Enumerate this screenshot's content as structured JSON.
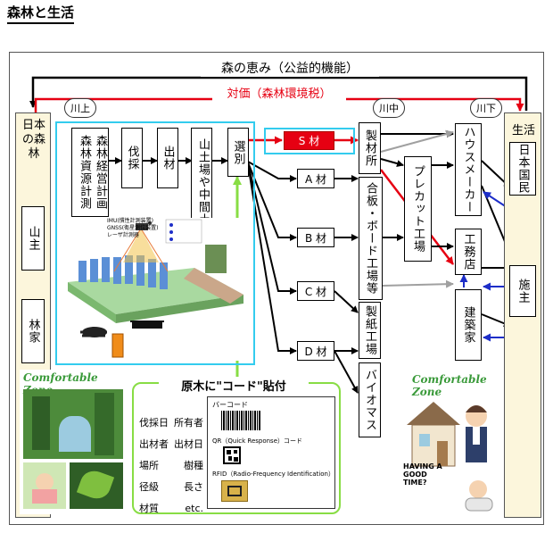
{
  "title": "森林と生活",
  "benefits_label": "森の恵み（公益的機能）",
  "price_label": "対価（森林環境税）",
  "stages": {
    "upstream": "川上",
    "midstream": "川中",
    "downstream": "川下"
  },
  "left_panel": {
    "title": "日本の森林",
    "owner_a": "山主",
    "owner_b": "林家"
  },
  "right_panel": {
    "title": "生活",
    "citizens": "日本国民",
    "client": "施主"
  },
  "process": {
    "planning": "森林経営計画森林資源計測",
    "logging": "伐採",
    "shipping": "出材",
    "landing": "山土場や中間土場",
    "sorting": "選別"
  },
  "grades": [
    "S 材",
    "A 材",
    "B 材",
    "C 材",
    "D 材"
  ],
  "industries": {
    "sawmill": "製材所",
    "board": "合板・ボード工場等",
    "paper": "製紙工場",
    "biomass": "バイオマス",
    "precut": "プレカット工場"
  },
  "builders": {
    "housemaker": "ハウスメーカー",
    "contractor": "工務店",
    "architect": "建築家"
  },
  "survey_labels": [
    "IMU(慣性計測装置)",
    "GNSS(衛星測位装置)",
    "レーザ計測器"
  ],
  "comfort_zone": "Comfortable Zone",
  "code_panel": {
    "title": "原木に\"コード\"貼付",
    "fields": [
      "伐採日",
      "所有者",
      "出材者",
      "出材日",
      "場所",
      "樹種",
      "径級",
      "長さ",
      "材質",
      "etc."
    ],
    "barcode": "バーコード",
    "qr": "QR（Quick Response）コード",
    "rfid": "RFID（Radio-Frequency Identification）"
  },
  "poster_text": "HAVING A GOOD TIME?",
  "colors": {
    "red": "#e60012",
    "cyan": "#33ccee",
    "green": "#88dd44",
    "gray": "#a0a0a0",
    "blue": "#1d2ec8",
    "cream": "#fcf6dc"
  }
}
